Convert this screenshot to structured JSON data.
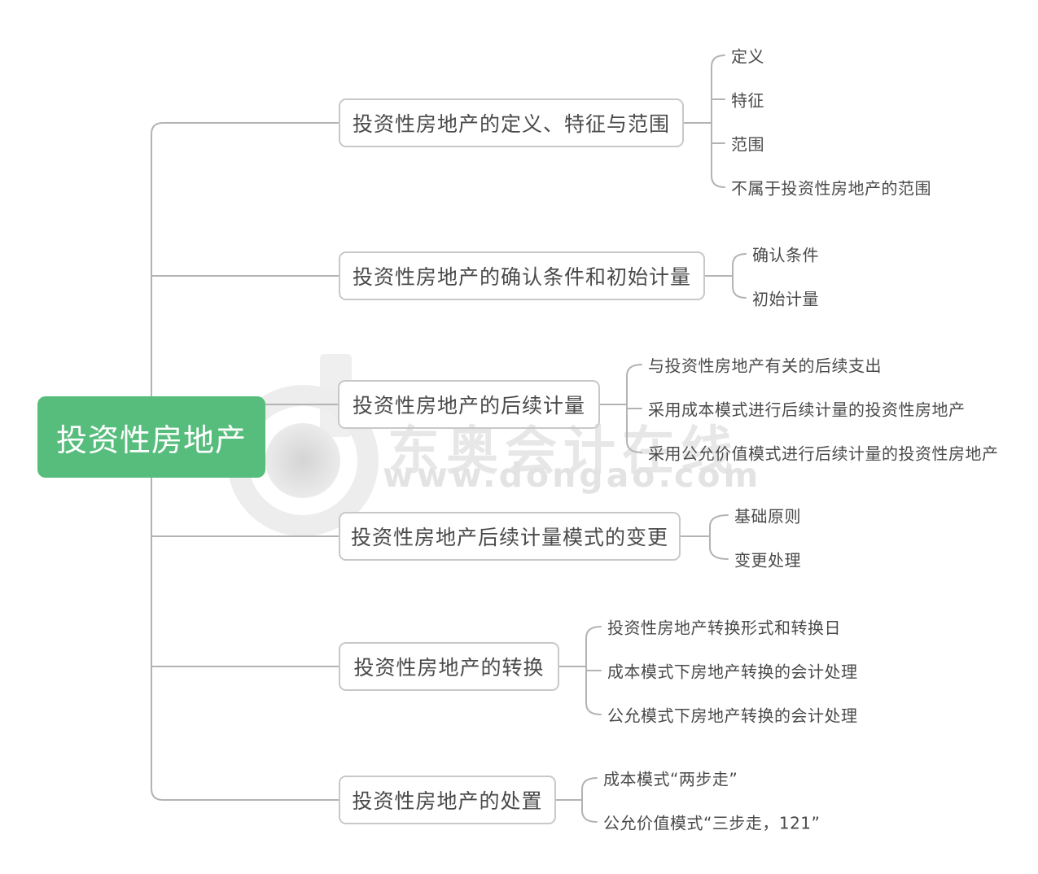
{
  "root": {
    "label": "投资性房地产"
  },
  "branches": [
    {
      "title": "投资性房地产的定义、特征与范围",
      "children": [
        "定义",
        "特征",
        "范围",
        "不属于投资性房地产的范围"
      ]
    },
    {
      "title": "投资性房地产的确认条件和初始计量",
      "children": [
        "确认条件",
        "初始计量"
      ]
    },
    {
      "title": "投资性房地产的后续计量",
      "children": [
        "与投资性房地产有关的后续支出",
        "采用成本模式进行后续计量的投资性房地产",
        "采用公允价值模式进行后续计量的投资性房地产"
      ]
    },
    {
      "title": "投资性房地产后续计量模式的变更",
      "children": [
        "基础原则",
        "变更处理"
      ]
    },
    {
      "title": "投资性房地产的转换",
      "children": [
        "投资性房地产转换形式和转换日",
        "成本模式下房地产转换的会计处理",
        "公允模式下房地产转换的会计处理"
      ]
    },
    {
      "title": "投资性房地产的处置",
      "children": [
        "成本模式“两步走”",
        "公允价值模式“三步走，121”"
      ]
    }
  ],
  "watermark": {
    "site_name": "东奥会计在线",
    "site_url": "www.dongao.com"
  },
  "colors": {
    "root_bg": "#57BD7D",
    "line": "#b3b3b3",
    "box_border": "#c8c8c8",
    "text": "#4a4a4a",
    "watermark": "#e7e7e7"
  }
}
